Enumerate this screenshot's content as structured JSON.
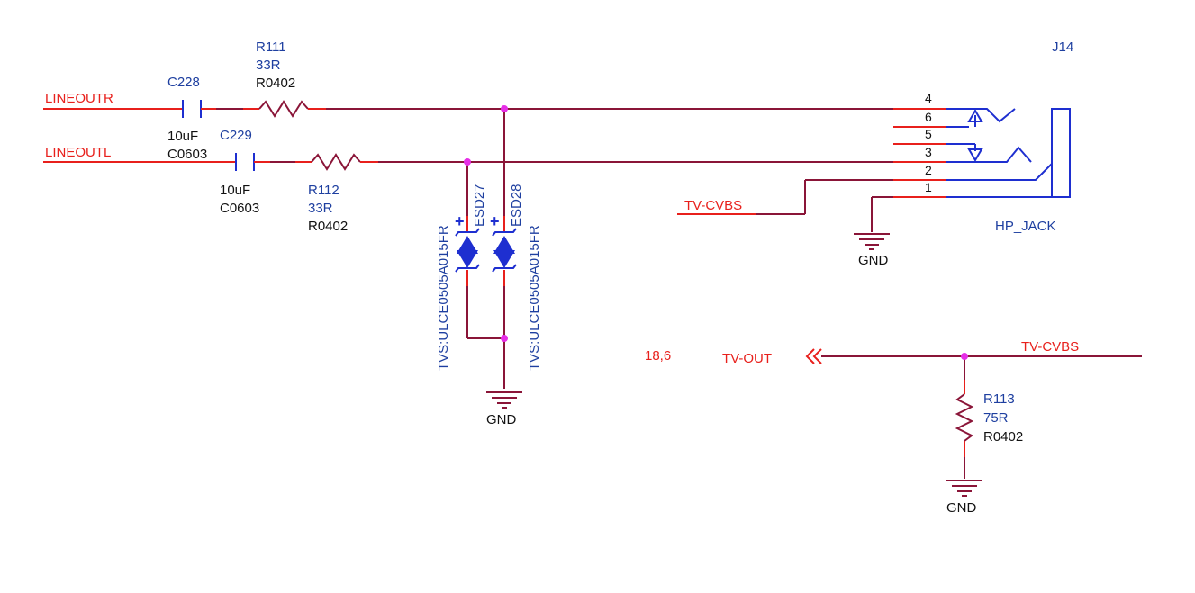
{
  "nets": {
    "lineoutr": "LINEOUTR",
    "lineoutl": "LINEOUTL",
    "tv_cvbs_left": "TV-CVBS",
    "tv_cvbs_right": "TV-CVBS",
    "tv_out": "TV-OUT",
    "page_ref": "18,6"
  },
  "components": {
    "c228": {
      "ref": "C228",
      "value": "10uF",
      "package": "C0603"
    },
    "c229": {
      "ref": "C229",
      "value": "10uF",
      "package": "C0603"
    },
    "r111": {
      "ref": "R111",
      "value": "33R",
      "package": "R0402"
    },
    "r112": {
      "ref": "R112",
      "value": "33R",
      "package": "R0402"
    },
    "r113": {
      "ref": "R113",
      "value": "75R",
      "package": "R0402"
    },
    "esd27": {
      "ref": "ESD27",
      "value": "TVS:ULCE0505A015FR",
      "mark": "+"
    },
    "esd28": {
      "ref": "ESD28",
      "value": "TVS:ULCE0505A015FR",
      "mark": "+"
    },
    "j14": {
      "ref": "J14",
      "value": "HP_JACK",
      "pins": [
        "4",
        "6",
        "5",
        "3",
        "2",
        "1"
      ]
    }
  },
  "grounds": {
    "g1": "GND",
    "g2": "GND",
    "g3": "GND"
  },
  "colors": {
    "net_label": "#e8201c",
    "wire": "#8a1538",
    "symbol": "#1e2fd0",
    "junction": "#e62ee6",
    "ref_text": "#1e3fa0"
  }
}
